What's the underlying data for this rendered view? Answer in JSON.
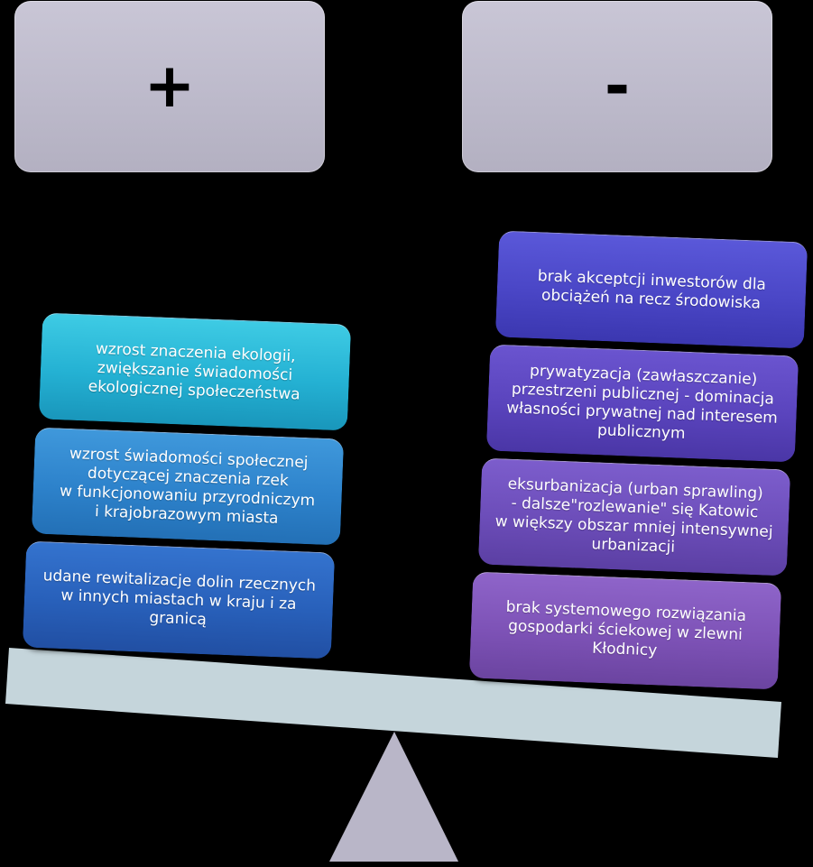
{
  "plus_label": "+",
  "minus_label": "-",
  "positives": [
    "wzrost znaczenia ekologii,\nzwiększanie świadomości\nekologicznej społeczeństwa",
    "wzrost świadomości społecznej\ndotyczącej znaczenia rzek\nw funkcjonowaniu przyrodniczym\ni krajobrazowym miasta",
    "udane rewitalizacje dolin rzecznych\nw innych miastach w kraju i za\ngranicą"
  ],
  "negatives": [
    "brak akceptcji inwestorów dla\nobciążeń na recz środowiska",
    "prywatyzacja (zawłaszczanie)\nprzestrzeni publicznej - dominacja\nwłasności prywatnej nad interesem\npublicznym",
    "eksurbanizacja (urban sprawling)\n-  dalsze\"rozlewanie\" się Katowic\nw większy obszar mniej intensywnej\nurbanizacji",
    "brak systemowego rozwiązania\ngospodarki ściekowej w zlewni\nKłodnicy"
  ],
  "colors": {
    "background": "#000000",
    "sign_box": "#bdbacb",
    "beam": "#c5d5db",
    "fulcrum": "#b9b6c8"
  }
}
